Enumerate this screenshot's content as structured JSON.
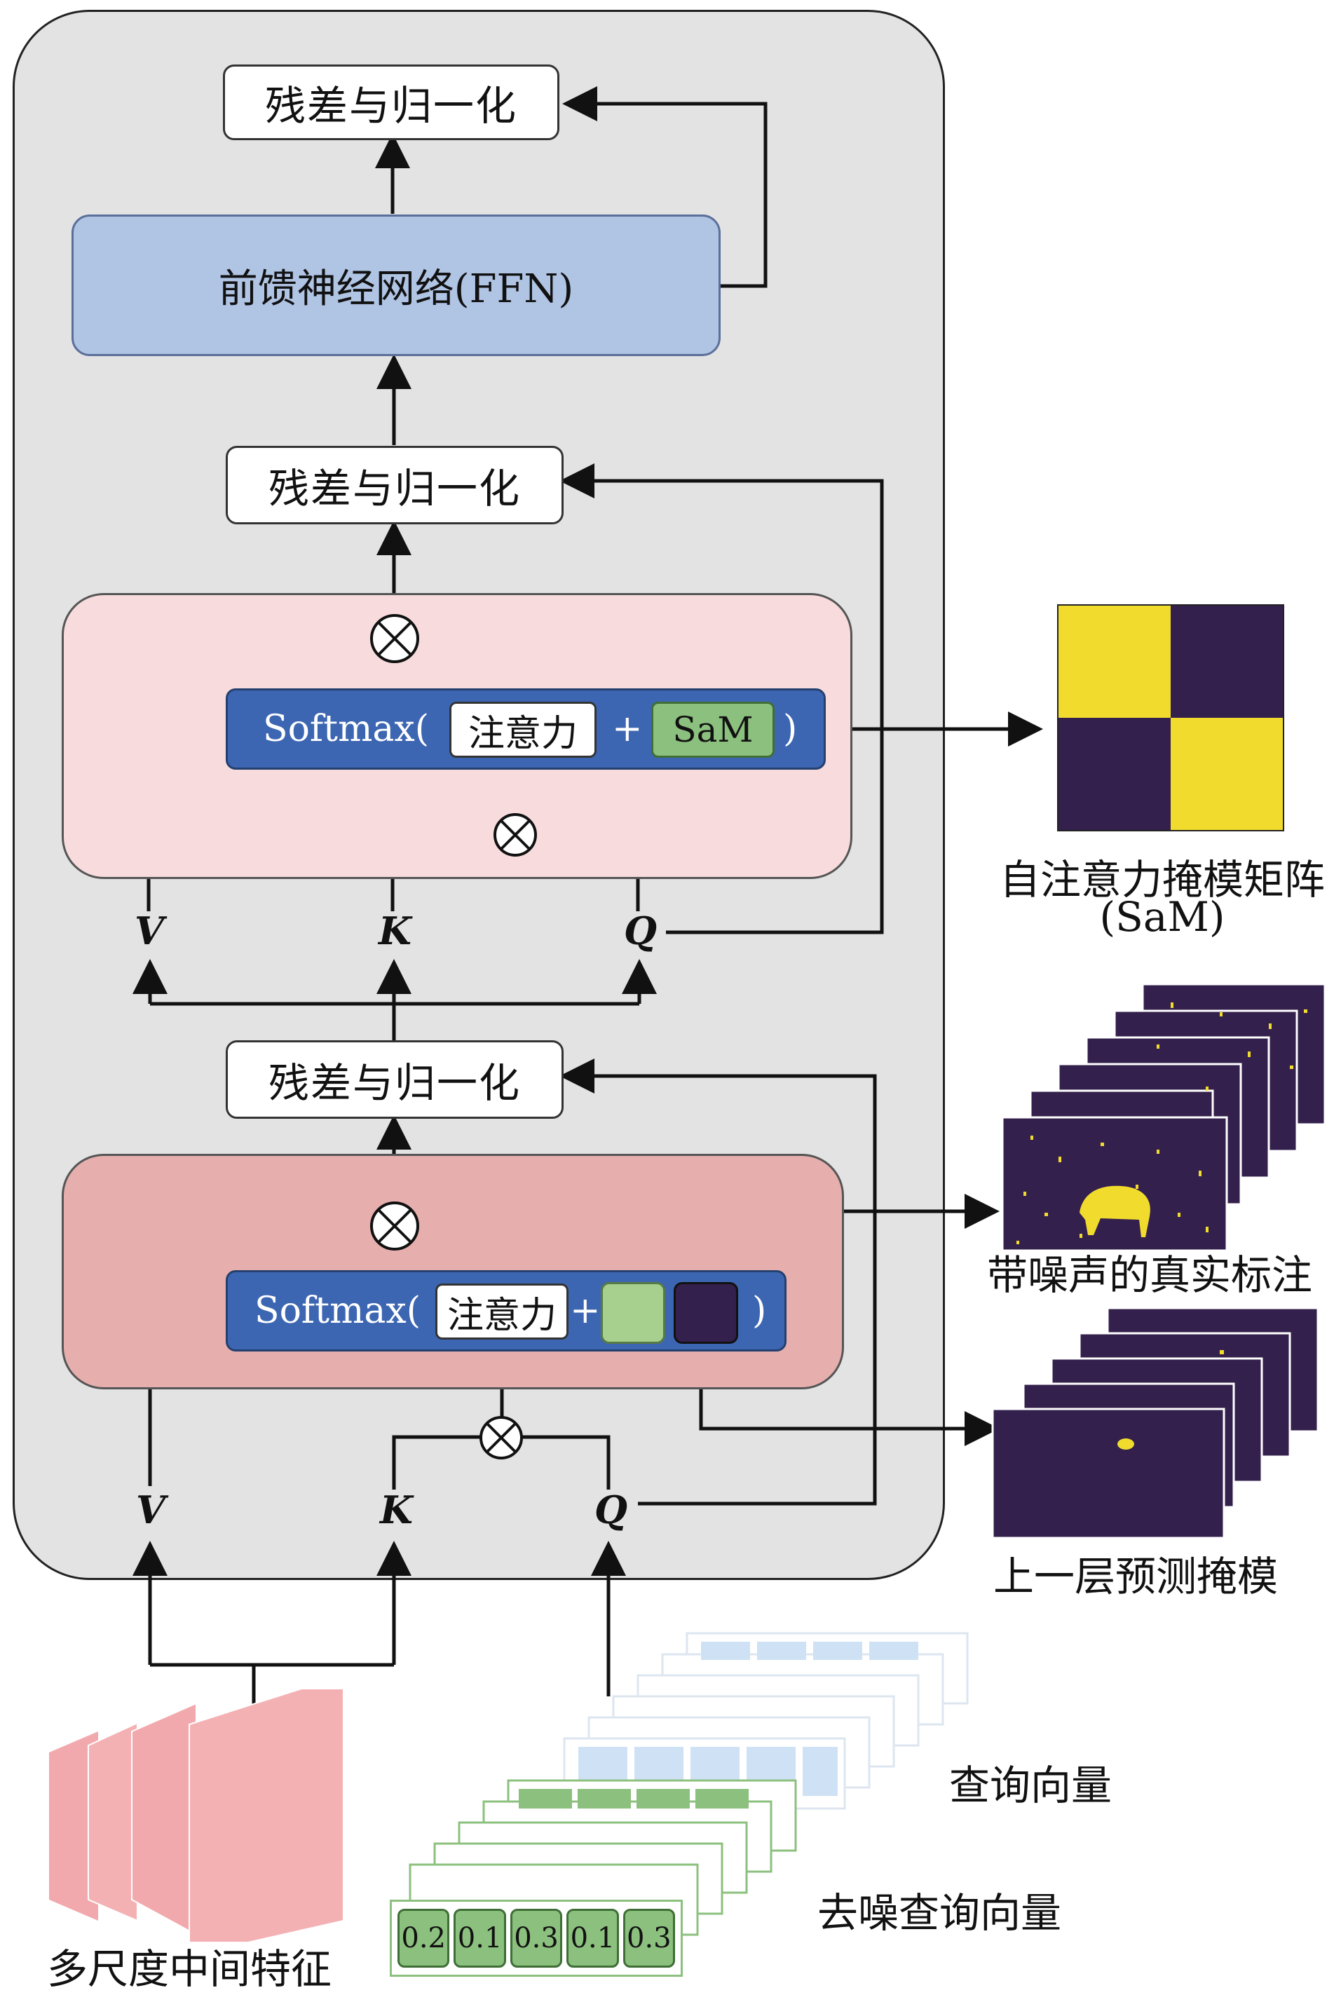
{
  "colors": {
    "panel": "#e4e3e4",
    "ffn": "#b0c4e4",
    "attention_block_1": "#f8dcdd",
    "attention_block_2": "#e6afae",
    "softmax": "#3d66b2",
    "mask_yellow": "#f1dc2e",
    "mask_purple": "#34204c",
    "feature_pink": "#f2a9ad",
    "query_blue": "#cfe1f5",
    "denoise_green": "#8cc07e"
  },
  "decoder": {
    "top_norm": "残差与归一化",
    "ffn": "前馈神经网络(FFN)",
    "mid_norm": "残差与归一化",
    "bottom_norm": "残差与归一化",
    "self_attention": {
      "softmax_label": "Softmax(",
      "attention_label": "注意力",
      "plus": "+",
      "sam_label": "SaM",
      "close": ")"
    },
    "cross_attention": {
      "softmax_label": "Softmax(",
      "attention_label": "注意力",
      "plus": "+",
      "close": ")"
    },
    "upper_inputs": {
      "v": "V",
      "k": "K",
      "q": "Q"
    },
    "lower_inputs": {
      "v": "V",
      "k": "K",
      "q": "Q"
    }
  },
  "right_panel": {
    "sam_caption_line1": "自注意力掩模矩阵",
    "sam_caption_line2": "(SaM)",
    "noisy_gt_caption": "带噪声的真实标注",
    "prev_mask_caption": "上一层预测掩模"
  },
  "bottom": {
    "features_caption": "多尺度中间特征",
    "query_caption": "查询向量",
    "denoise_caption": "去噪查询向量",
    "denoise_values": [
      "0.2",
      "0.1",
      "0.3",
      "0.1",
      "0.3"
    ]
  }
}
